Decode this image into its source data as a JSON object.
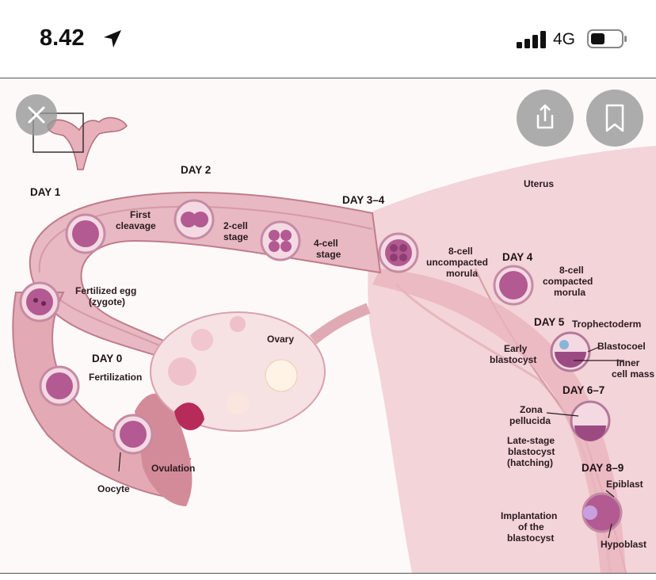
{
  "status_bar": {
    "time": "8.42",
    "network": "4G",
    "location_icon": "location-arrow-icon",
    "signal_icon": "signal-bars-icon",
    "battery_icon": "battery-icon"
  },
  "viewer": {
    "close_icon": "close-icon",
    "share_icon": "share-icon",
    "bookmark_icon": "bookmark-icon"
  },
  "figure": {
    "days": {
      "day0": "DAY 0",
      "day1": "DAY 1",
      "day2": "DAY 2",
      "day34": "DAY 3–4",
      "day4": "DAY 4",
      "day5": "DAY 5",
      "day67": "DAY 6–7",
      "day89": "DAY 8–9"
    },
    "labels": {
      "uterus": "Uterus",
      "first_cleavage": [
        "First",
        "cleavage"
      ],
      "two_cell": [
        "2-cell",
        "stage"
      ],
      "four_cell": [
        "4-cell",
        "stage"
      ],
      "eight_cell_uncompacted": [
        "8-cell",
        "uncompacted",
        "morula"
      ],
      "eight_cell_compacted": [
        "8-cell",
        "compacted",
        "morula"
      ],
      "fertilized_egg": [
        "Fertilized egg",
        "(zygote)"
      ],
      "ovary": "Ovary",
      "fertilization": "Fertilization",
      "ovulation": "Ovulation",
      "oocyte": "Oocyte",
      "trophectoderm": "Trophectoderm",
      "blastocoel": "Blastocoel",
      "inner_cell_mass": [
        "Inner",
        "cell mass"
      ],
      "early_blastocyst": [
        "Early",
        "blastocyst"
      ],
      "zona_pellucida": [
        "Zona",
        "pellucida"
      ],
      "late_stage_blastocyst": [
        "Late-stage",
        "blastocyst",
        "(hatching)"
      ],
      "epiblast": "Epiblast",
      "hypoblast": "Hypoblast",
      "implantation": [
        "Implantation",
        "of the",
        "blastocyst"
      ]
    }
  },
  "colors": {
    "tube": "#e8b7c0",
    "tube_dark": "#c98592",
    "uterus_wall": "#f2d2d6",
    "cell": "#b0558e",
    "button_bg": "#969696"
  }
}
